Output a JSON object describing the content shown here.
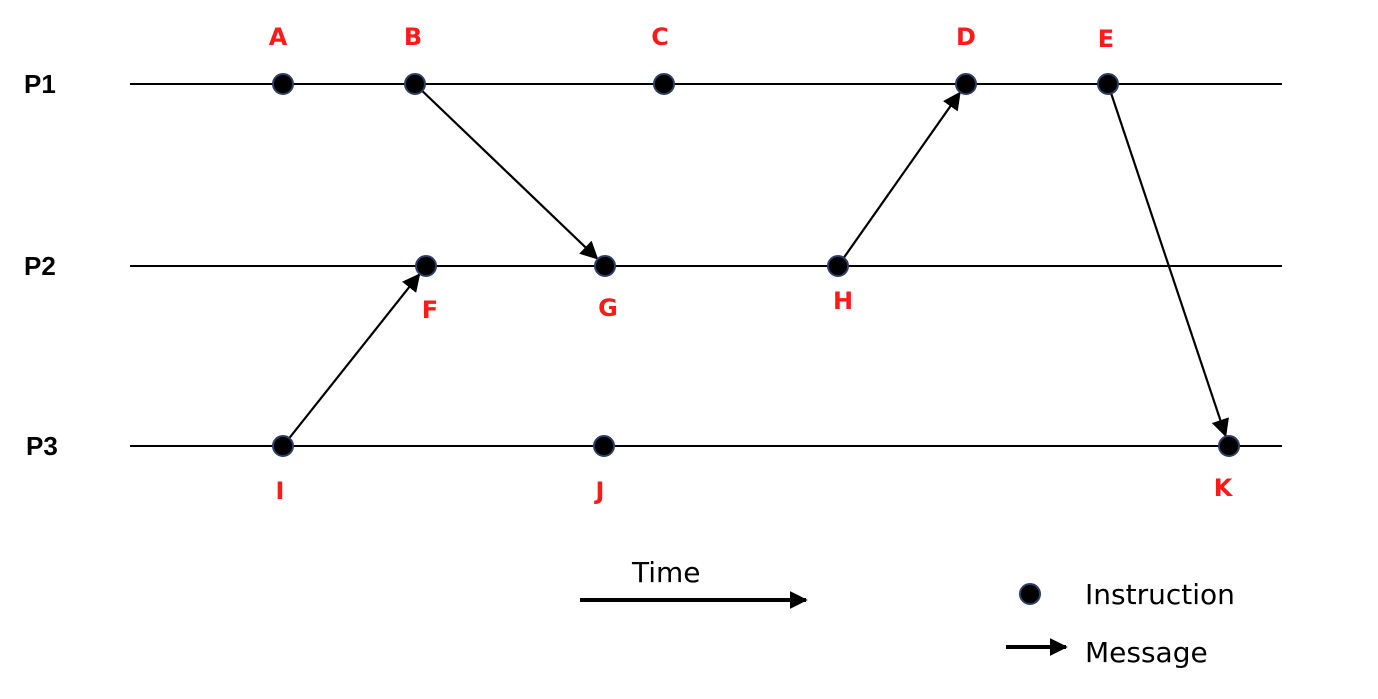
{
  "colors": {
    "line": "#000000",
    "event_fill": "#000000",
    "event_stroke": "#2c3e63",
    "label": "#ff1a1a"
  },
  "processes": [
    {
      "id": "P1",
      "label": "P1"
    },
    {
      "id": "P2",
      "label": "P2"
    },
    {
      "id": "P3",
      "label": "P3"
    }
  ],
  "events": [
    {
      "id": "A",
      "label": "A",
      "process": "P1"
    },
    {
      "id": "B",
      "label": "B",
      "process": "P1"
    },
    {
      "id": "C",
      "label": "C",
      "process": "P1"
    },
    {
      "id": "D",
      "label": "D",
      "process": "P1"
    },
    {
      "id": "E",
      "label": "E",
      "process": "P1"
    },
    {
      "id": "F",
      "label": "F",
      "process": "P2"
    },
    {
      "id": "G",
      "label": "G",
      "process": "P2"
    },
    {
      "id": "H",
      "label": "H",
      "process": "P2"
    },
    {
      "id": "I",
      "label": "I",
      "process": "P3"
    },
    {
      "id": "J",
      "label": "J",
      "process": "P3"
    },
    {
      "id": "K",
      "label": "K",
      "process": "P3"
    }
  ],
  "messages": [
    {
      "from": "B",
      "to": "G"
    },
    {
      "from": "I",
      "to": "F"
    },
    {
      "from": "H",
      "to": "D"
    },
    {
      "from": "E",
      "to": "K"
    }
  ],
  "legend": {
    "time_label": "Time",
    "instruction_label": "Instruction",
    "message_label": "Message"
  }
}
